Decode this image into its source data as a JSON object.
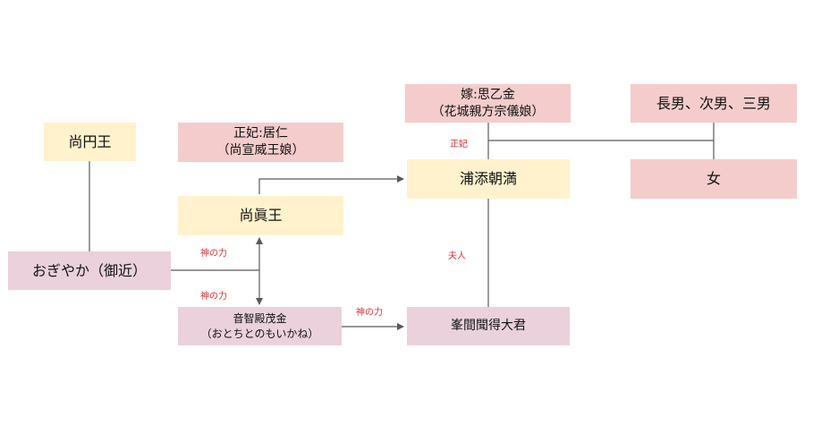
{
  "nodes": {
    "sho_en_o": "尚円王",
    "seihi_line1": "正妃:居仁",
    "seihi_line2": "（尚宣威王娘）",
    "sho_shin_o": "尚眞王",
    "ogiyaka": "おぎやか（御近）",
    "ochi_line1": "音智殿茂金",
    "ochi_line2": "（おとちとのもいかね）",
    "yome_line1": "嫁:思乙金",
    "yome_line2": "（花城親方宗儀娘）",
    "urasoe": "浦添朝満",
    "minema": "峯間聞得大君",
    "sons": "長男、次男、三男",
    "daughter": "女"
  },
  "labels": {
    "kami_upper": "神の力",
    "kami_lower": "神の力",
    "kami_right": "神の力",
    "seihi": "正妃",
    "fujin": "夫人"
  },
  "colors": {
    "ruler": "#fff2cc",
    "spouse": "#f4cccc",
    "priestess": "#ead1dc",
    "label_red": "#e03030",
    "line": "#595959"
  }
}
